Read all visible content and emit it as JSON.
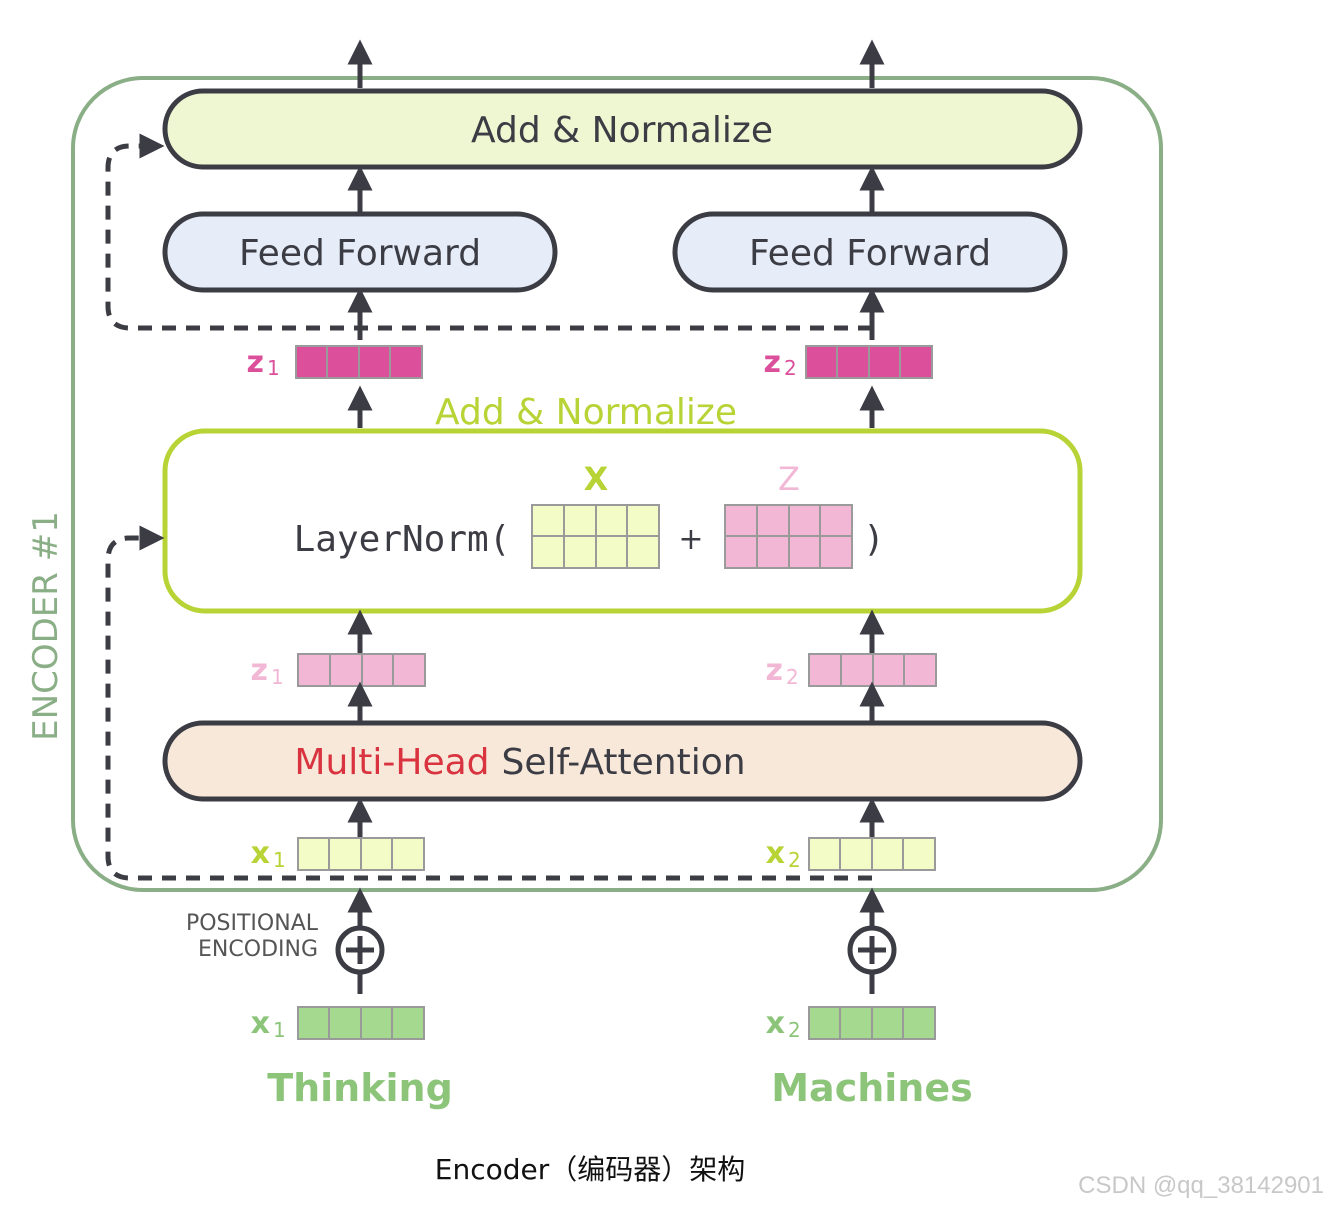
{
  "encoder_label": "ENCODER #1",
  "top_add_normalize": "Add & Normalize",
  "feed_forward_left": "Feed Forward",
  "feed_forward_right": "Feed Forward",
  "mid_add_normalize": "Add & Normalize",
  "layernorm": {
    "prefix": "LayerNorm(",
    "x_label": "X",
    "plus": "+",
    "z_label": "Z",
    "close": ")"
  },
  "attention": {
    "part1": "Multi-Head",
    "part2": "Self-Attention"
  },
  "vectors": {
    "z_out_left": {
      "letter": "z",
      "sub": "1"
    },
    "z_out_right": {
      "letter": "z",
      "sub": "2"
    },
    "z_in_left": {
      "letter": "z",
      "sub": "1"
    },
    "z_in_right": {
      "letter": "z",
      "sub": "2"
    },
    "x_enc_left": {
      "letter": "x",
      "sub": "1"
    },
    "x_enc_right": {
      "letter": "x",
      "sub": "2"
    },
    "x_emb_left": {
      "letter": "x",
      "sub": "1"
    },
    "x_emb_right": {
      "letter": "x",
      "sub": "2"
    }
  },
  "positional_encoding": [
    "POSITIONAL",
    "ENCODING"
  ],
  "words": {
    "left": "Thinking",
    "right": "Machines"
  },
  "caption": "Encoder（编码器）架构",
  "watermark": "CSDN @qq_38142901",
  "colors": {
    "encoder_border": "#8aae86",
    "add_norm_fill": "#eef7d2",
    "ff_fill": "#e6edf8",
    "attention_fill": "#f7e8da",
    "layernorm_border": "#b7d335",
    "z_dark": "#dc4f9b",
    "z_light": "#f3b7d6",
    "x_light": "#f3fbc6",
    "x_emb": "#a5d98f",
    "red_text": "#d9333f",
    "green_text": "#8cc57a"
  }
}
